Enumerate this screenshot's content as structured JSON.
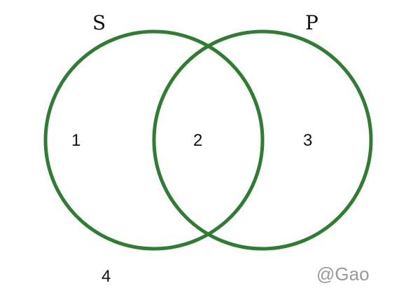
{
  "colors": {
    "circle_stroke": "#2e7d32",
    "text": "#111111",
    "watermark": "#9a9a9a"
  },
  "sets": [
    {
      "label": "S"
    },
    {
      "label": "P"
    }
  ],
  "regions": [
    {
      "label": "1"
    },
    {
      "label": "2"
    },
    {
      "label": "3"
    },
    {
      "label": "4"
    }
  ],
  "watermark": "@Gao"
}
